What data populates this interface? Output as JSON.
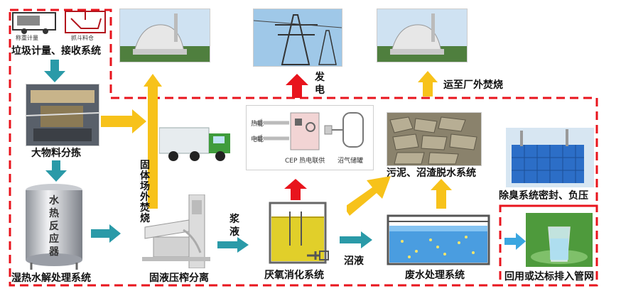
{
  "labels": {
    "garbage_weigh": "垃圾计量、接收系统",
    "weigh_scale_small": "称重计量",
    "grab_bin_small": "抓斗料仓",
    "sorting": "大物料分拣",
    "hydrothermal": "湿热水解处理系统",
    "reactor_text": [
      "水",
      "热",
      "反",
      "应",
      "器"
    ],
    "press": "固液压榨分离",
    "anaerobic": "厌氧消化系统",
    "wastewater": "废水处理系统",
    "reuse": "回用或达标排入管网",
    "sludge": "污泥、沼渣脱水系统",
    "deodor": "除臭系统密封、负压",
    "power": "发\n电",
    "transport": "运至厂外焚烧",
    "solid_incin": "固\n体\n场\n外\n焚\n烧",
    "slurry": "浆\n液",
    "biogas": "沼液",
    "chp_heat": "热能",
    "chp_power": "电能",
    "chp_unit": "CEP 热电联供",
    "gas_tank": "沼气储罐"
  },
  "colors": {
    "dashed_border": "#e8141d",
    "yellow_arrow": "#f7c21a",
    "teal_arrow": "#2a9aa8",
    "red_arrow": "#e8141d",
    "cyan_arrow": "#3aa6e0"
  }
}
